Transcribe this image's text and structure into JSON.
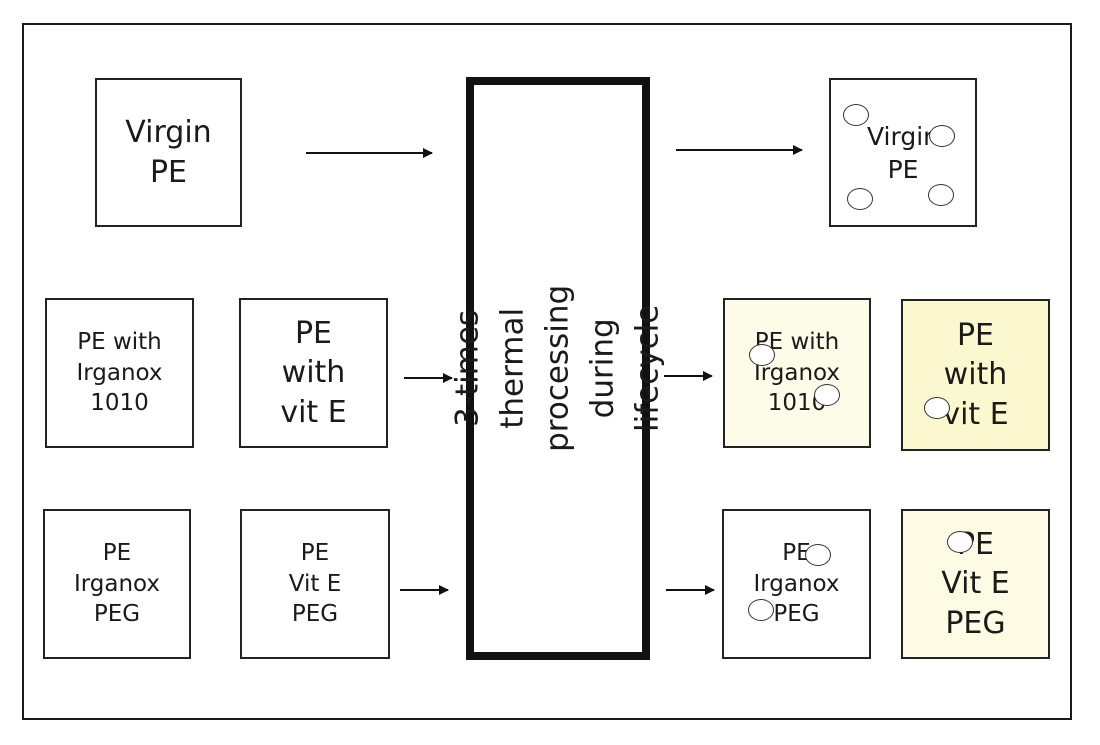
{
  "colors": {
    "border": "#222222",
    "white": "#ffffff",
    "pale_yellow": "#fcfce8",
    "light_yellow": "#fbf8cf",
    "lighter_yellow": "#fdfbe3"
  },
  "inputs": {
    "virgin_pe": "Virgin\nPE",
    "pe_irganox_1010": "PE with\nIrganox\n1010",
    "pe_vit_e": "PE\nwith\nvit E",
    "pe_irganox_peg": "PE\nIrganox\nPEG",
    "pe_vit_e_peg": "PE\nVit E\nPEG"
  },
  "process": {
    "label": "3-times thermal processing\nduring lifecycle"
  },
  "outputs": {
    "virgin_pe": "Virgin\nPE",
    "pe_irganox_1010": "PE with\nIrganox\n1010",
    "pe_vit_e": "PE\nwith\nvit E",
    "pe_irganox_peg": "PE\nIrganox\nPEG",
    "pe_vit_e_peg": "PE\nVit E\nPEG"
  }
}
